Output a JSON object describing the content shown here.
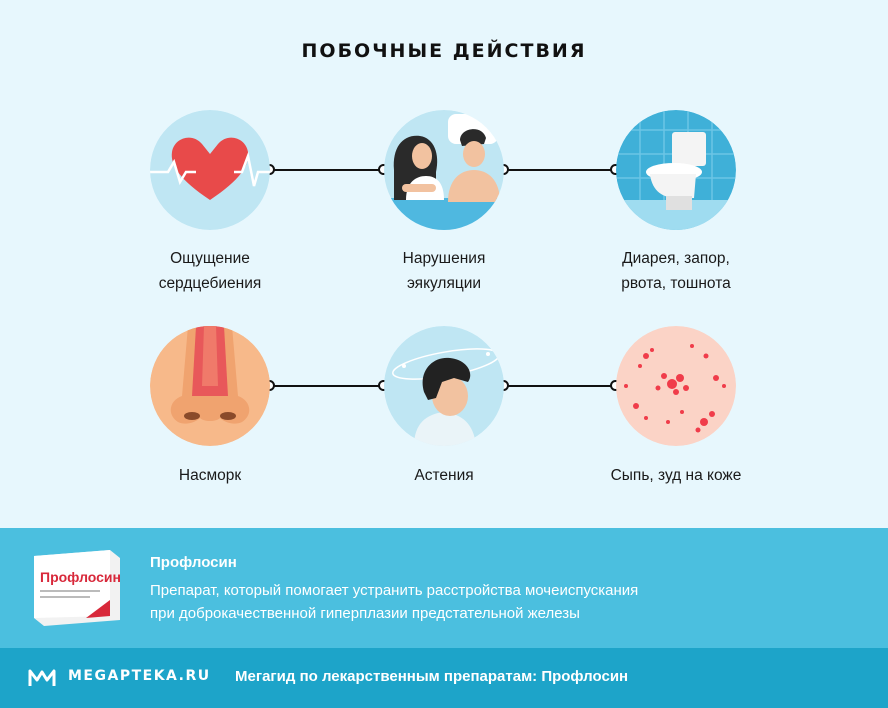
{
  "title": "ПОБОЧНЫЕ ДЕЙСТВИЯ",
  "effects": [
    {
      "line1": "Ощущение",
      "line2": "сердцебиения",
      "icon": "heart-pulse-icon"
    },
    {
      "line1": "Нарушения",
      "line2": "эякуляции",
      "icon": "couple-in-bed-icon"
    },
    {
      "line1": "Диарея, запор,",
      "line2": "рвота, тошнота",
      "icon": "toilet-icon"
    },
    {
      "line1": "Насморк",
      "icon": "nose-icon"
    },
    {
      "line1": "Астения",
      "icon": "dizzy-man-icon"
    },
    {
      "line1": "Сыпь, зуд на коже",
      "icon": "skin-rash-icon"
    }
  ],
  "product": {
    "name": "Профлосин",
    "description_line1": "Препарат, который помогает устранить расстройства мочеиспускания",
    "description_line2": "при доброкачественной гиперплазии предстательной железы",
    "box_label": "Профлосин"
  },
  "footer": {
    "logo": "MEGAPTEKA.RU",
    "text": "Мегагид по лекарственным препаратам: Профлосин"
  },
  "colors": {
    "background": "#e7f7fd",
    "circle": "#bfe6f3",
    "product_band": "#4bbfdf",
    "footer_band": "#1da4c9"
  }
}
